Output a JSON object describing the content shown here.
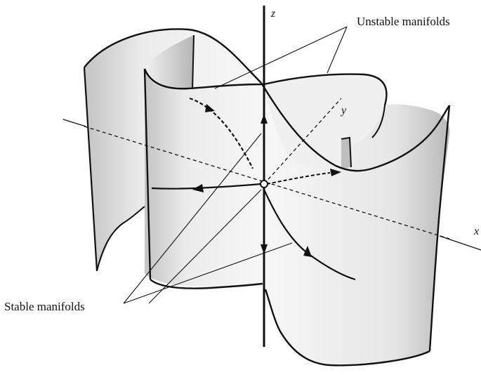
{
  "axes": {
    "x": "x",
    "y": "y",
    "z": "z"
  },
  "annotations": {
    "unstable": "Unstable manifolds",
    "stable": "Stable manifolds"
  },
  "colors": {
    "ink": "#111111",
    "surface_light": "#f4f4f4",
    "surface_shade": "#bdbdbd",
    "surface_mid": "#e2e2e2",
    "equilibrium_fill": "#ffffff"
  },
  "elements": {
    "equilibrium": "saddle-equilibrium-point",
    "trajectories": [
      "unstable-trajectory",
      "stable-trajectory"
    ]
  }
}
